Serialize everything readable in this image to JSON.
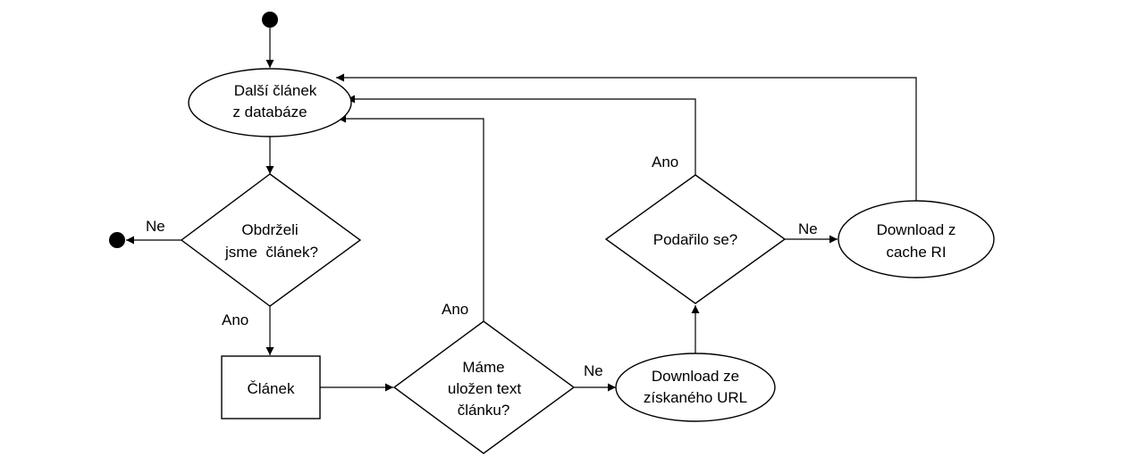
{
  "nodes": {
    "next_article": [
      "Další článek",
      "z databáze"
    ],
    "got_article": [
      "Obdrželi",
      "jsme  článek?"
    ],
    "article": [
      "Článek"
    ],
    "have_text": [
      "Máme",
      "uložen text",
      "článku?"
    ],
    "download_url": [
      "Download ze",
      "získaného URL"
    ],
    "succeeded": [
      "Podařilo se?"
    ],
    "download_cache": [
      "Download z",
      "cache RI"
    ]
  },
  "labels": {
    "ne_end": "Ne",
    "ano_article": "Ano",
    "ano_text": "Ano",
    "ne_download": "Ne",
    "ano_success": "Ano",
    "ne_cache": "Ne"
  }
}
